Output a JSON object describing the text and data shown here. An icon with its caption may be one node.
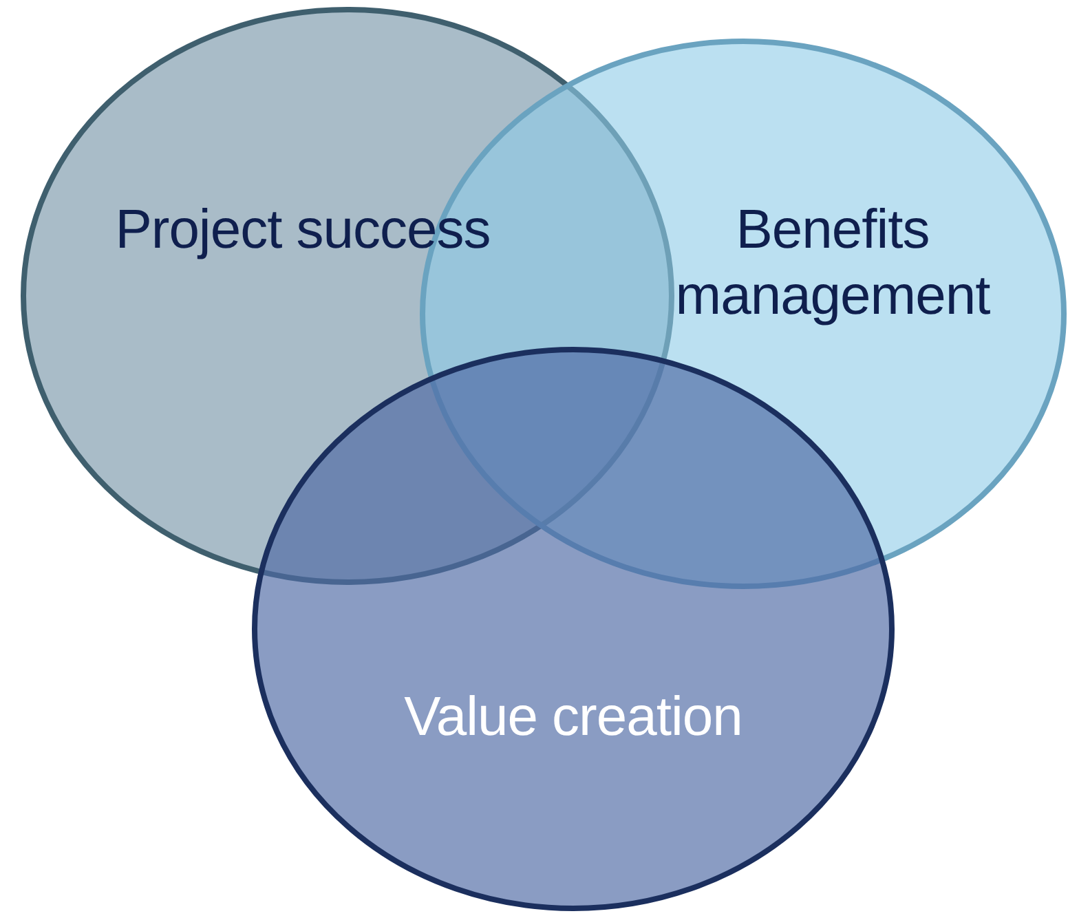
{
  "diagram": {
    "nodes": [
      {
        "text": [
          "Project success"
        ]
      },
      {
        "text": [
          "Benefits management"
        ]
      },
      {
        "text": [
          "Value creation"
        ]
      }
    ]
  }
}
